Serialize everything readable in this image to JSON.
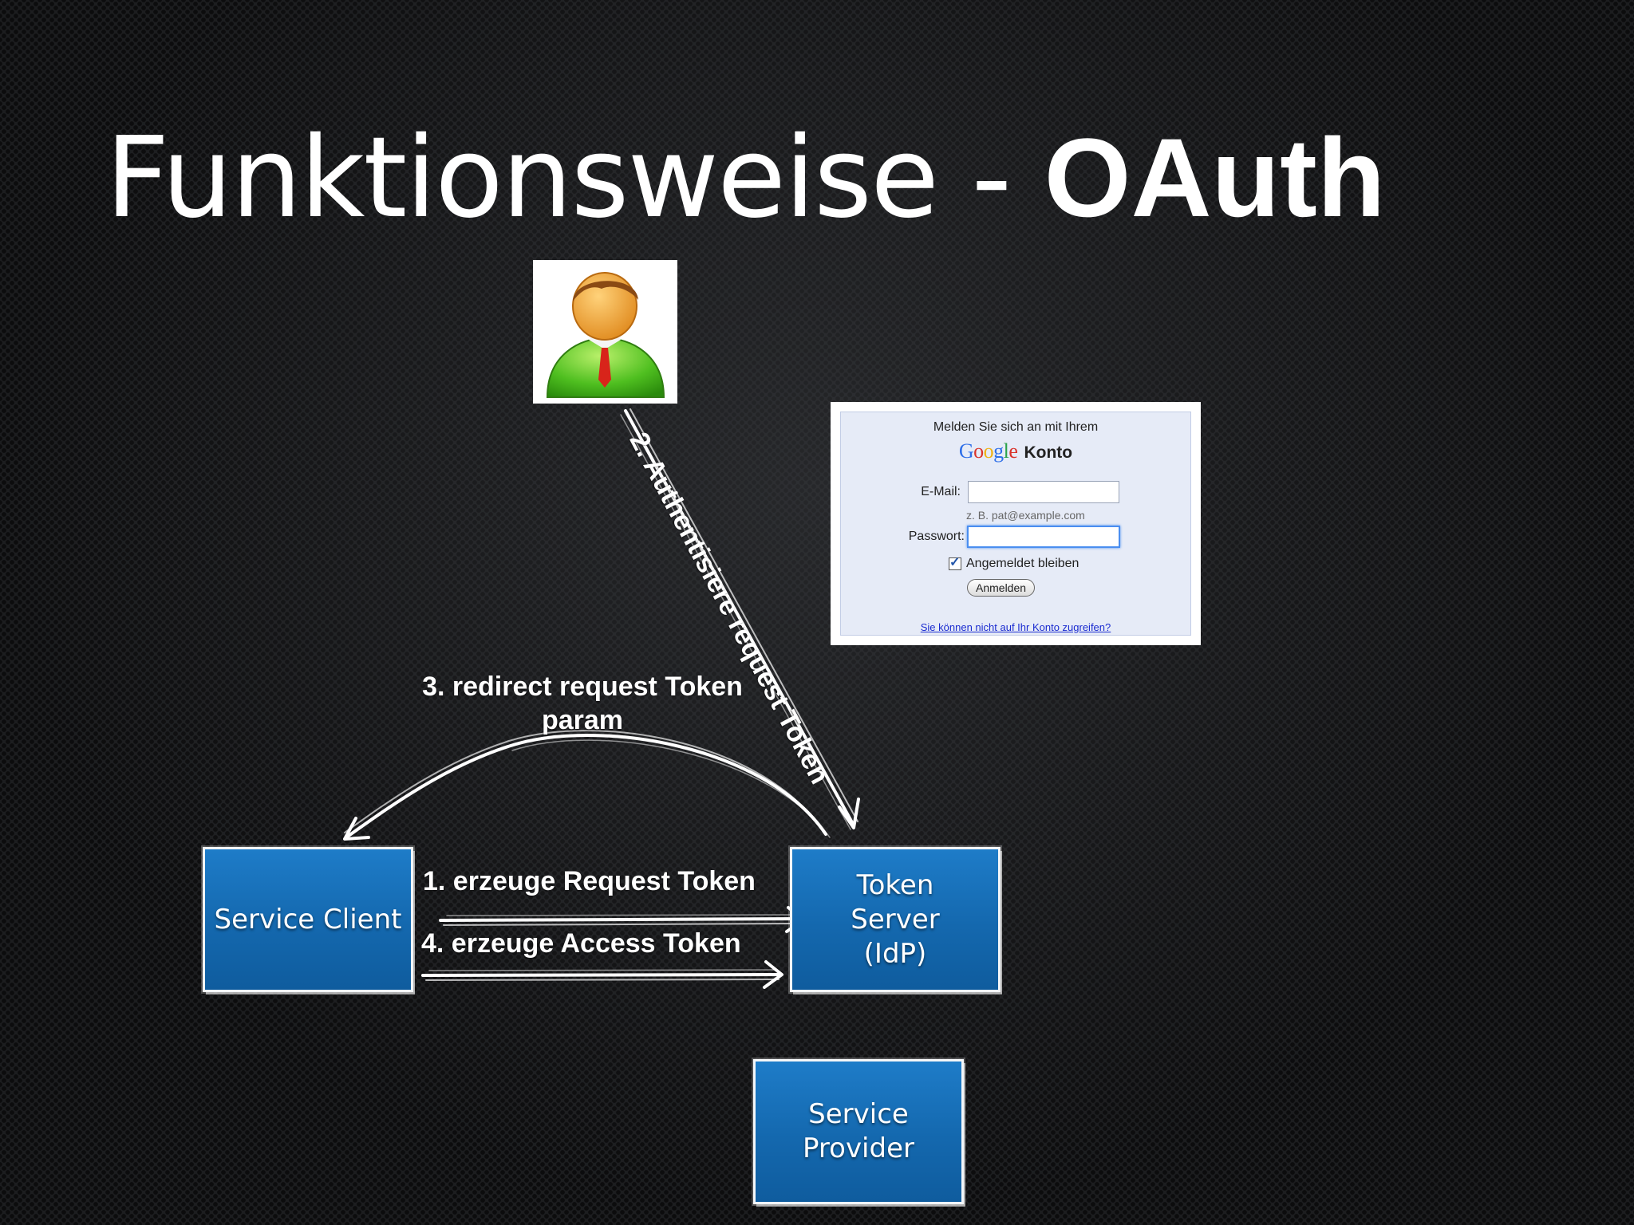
{
  "slide": {
    "title_prefix": "Funktionsweise - ",
    "title_bold": "OAuth"
  },
  "nodes": {
    "service_client": "Service Client",
    "token_server": "Token\nServer\n(IdP)",
    "service_provider": "Service\nProvider"
  },
  "arrows": {
    "step1": "1. erzeuge Request Token",
    "step2": "2. Authentisiere request Token",
    "step3": "3. redirect request Token param",
    "step4": "4. erzeuge Access Token"
  },
  "login_form": {
    "heading": "Melden Sie sich an mit Ihrem",
    "brand": "Google",
    "konto": "Konto",
    "email_label": "E-Mail:",
    "email_value": "",
    "email_hint": "z. B. pat@example.com",
    "password_label": "Passwort:",
    "password_value": "",
    "remember_label": "Angemeldet bleiben",
    "remember_checked": true,
    "submit_label": "Anmelden",
    "help_link": "Sie können nicht auf Ihr Konto zugreifen?"
  },
  "icons": {
    "user": "user-avatar-icon"
  }
}
